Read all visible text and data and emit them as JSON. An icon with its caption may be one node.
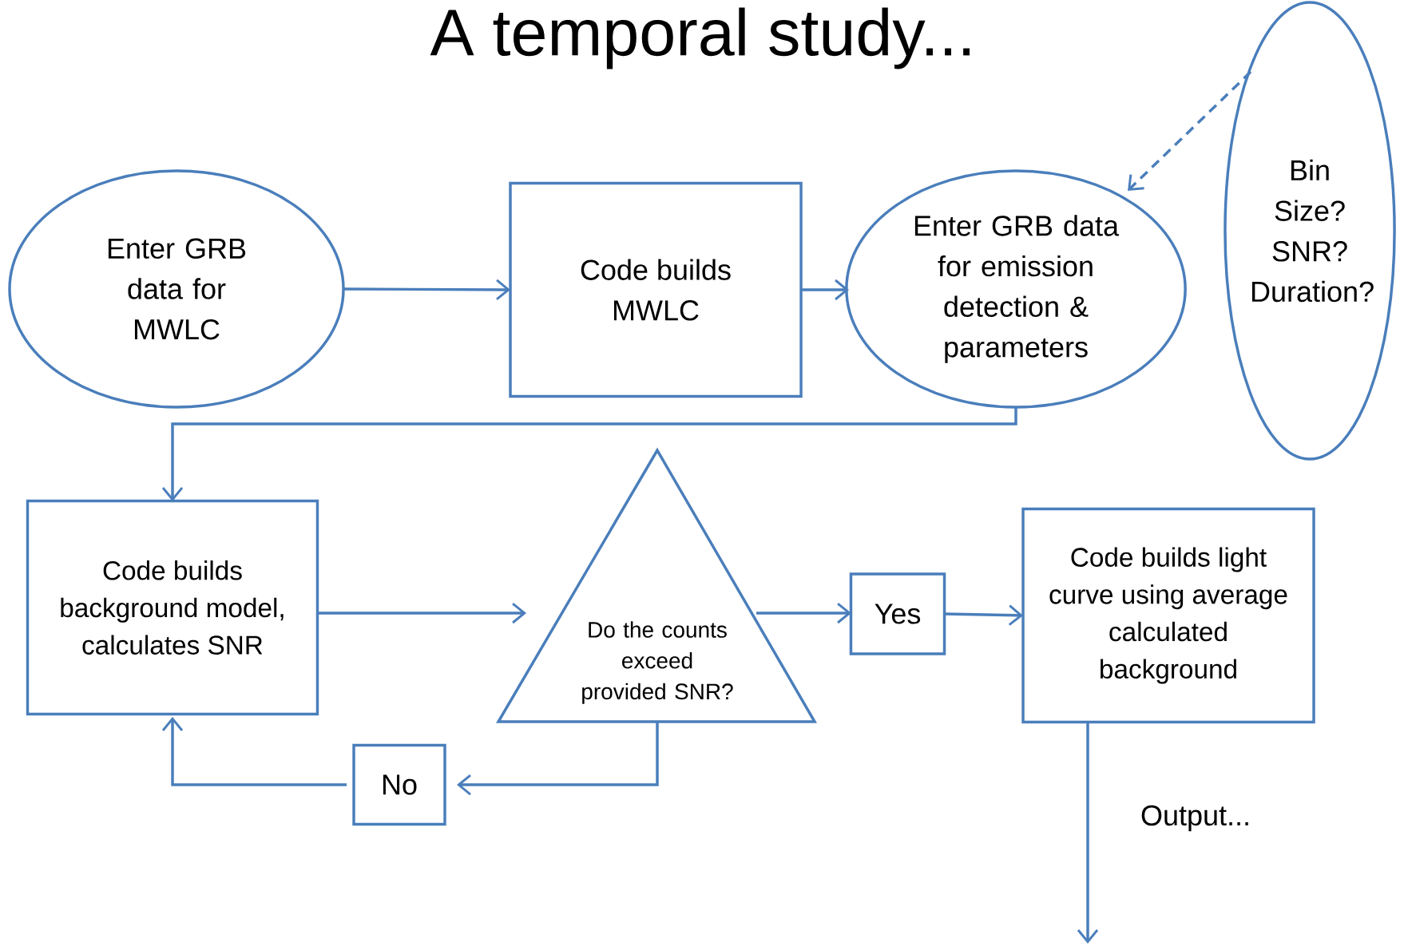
{
  "diagram": {
    "title": "A temporal study...",
    "nodes": [
      {
        "text": [
          "Enter GRB data for MWLC"
        ]
      },
      {
        "text": [
          "Code builds MWLC"
        ]
      },
      {
        "text": [
          "Enter GRB data for emission detection & parameters"
        ]
      },
      {
        "text": [
          "Bin Size? SNR? Duration?"
        ]
      },
      {
        "text": [
          "Code builds background model, calculates SNR"
        ]
      },
      {
        "text": [
          "Do the counts exceed provided SNR?"
        ]
      },
      {
        "text": [
          "Yes"
        ]
      },
      {
        "text": [
          "Code builds light curve using average calculated background"
        ]
      },
      {
        "text": [
          "No"
        ]
      }
    ],
    "edges": [
      {
        "from": 0,
        "to": 1,
        "arrow": "to"
      },
      {
        "from": 1,
        "to": 2,
        "arrow": "to"
      },
      {
        "from": 3,
        "to": 2,
        "arrow": "to",
        "style": "dashed"
      },
      {
        "from": 2,
        "to": 4,
        "arrow": "to"
      },
      {
        "from": 4,
        "to": 5,
        "arrow": "to"
      },
      {
        "from": 5,
        "to": 6,
        "arrow": "to"
      },
      {
        "from": 6,
        "to": 7,
        "arrow": "to"
      },
      {
        "from": 5,
        "to": 8,
        "arrow": "to"
      },
      {
        "from": 8,
        "to": 4,
        "arrow": "to"
      },
      {
        "from": 7,
        "to": null,
        "arrow": "to",
        "label": "Output..."
      }
    ]
  }
}
